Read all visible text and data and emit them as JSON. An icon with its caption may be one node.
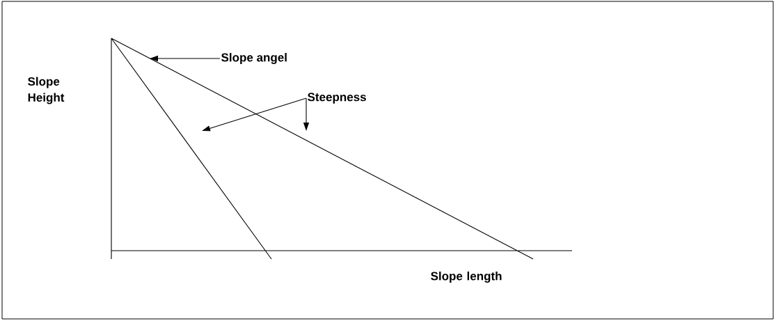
{
  "diagram": {
    "nodes": [
      {
        "text": [
          "Slope angel"
        ]
      },
      {
        "text": [
          "Steepness"
        ]
      }
    ],
    "edges": [
      {
        "from": 0,
        "to": null,
        "arrow": "to"
      },
      {
        "from": 1,
        "to": null,
        "arrow": "to"
      },
      {
        "from": 1,
        "to": null,
        "arrow": "to"
      }
    ],
    "labels": [
      "Slope Height",
      "Slope length"
    ]
  }
}
